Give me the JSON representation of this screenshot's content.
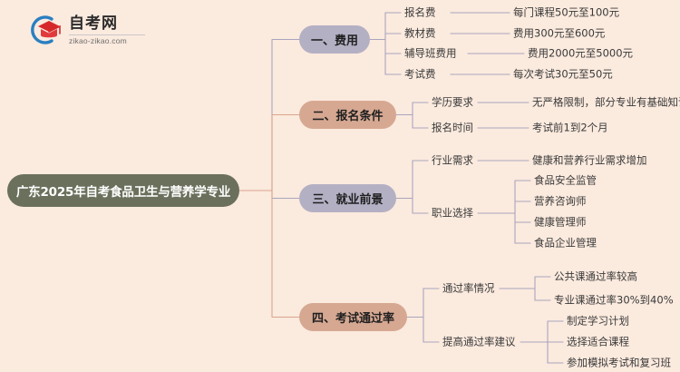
{
  "logo": {
    "name_cn": "自考网",
    "domain": "zikao-zikao.com",
    "mark_icon": "graduation-cap-icon",
    "arc_color": "#2a7fc1",
    "cap_color": "#d6282b"
  },
  "colors": {
    "background": "#fbeade",
    "root": "#6b705c",
    "branch_purple": "#b4b0c4",
    "branch_tan": "#d6a892",
    "wire_purple": "#a9a5bd",
    "wire_tan": "#d8a68e"
  },
  "root": {
    "label": "广东2025年自考食品卫生与营养学专业"
  },
  "branches": [
    {
      "label": "一、费用",
      "color": "purple",
      "children": [
        {
          "label": "报名费",
          "detail": "每门课程50元至100元"
        },
        {
          "label": "教材费",
          "detail": "费用300元至600元"
        },
        {
          "label": "辅导班费用",
          "detail": "费用2000元至5000元"
        },
        {
          "label": "考试费",
          "detail": "每次考试30元至50元"
        }
      ]
    },
    {
      "label": "二、报名条件",
      "color": "tan",
      "children": [
        {
          "label": "学历要求",
          "detail": "无严格限制，部分专业有基础知识要求"
        },
        {
          "label": "报名时间",
          "detail": "考试前1到2个月"
        }
      ]
    },
    {
      "label": "三、就业前景",
      "color": "purple",
      "children": [
        {
          "label": "行业需求",
          "detail": "健康和营养行业需求增加"
        },
        {
          "label": "职业选择",
          "items": [
            "食品安全监管",
            "营养咨询师",
            "健康管理师",
            "食品企业管理"
          ]
        }
      ]
    },
    {
      "label": "四、考试通过率",
      "color": "tan",
      "children": [
        {
          "label": "通过率情况",
          "items": [
            "公共课通过率较高",
            "专业课通过率30%到40%"
          ]
        },
        {
          "label": "提高通过率建议",
          "items": [
            "制定学习计划",
            "选择适合课程",
            "参加模拟考试和复习班"
          ]
        }
      ]
    }
  ]
}
